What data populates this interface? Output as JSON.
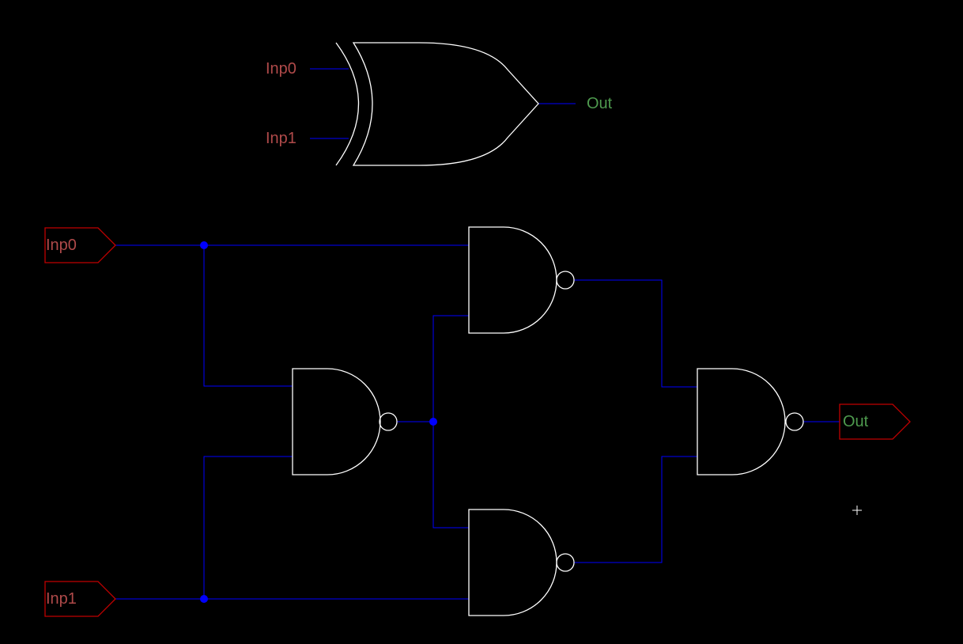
{
  "colors": {
    "background": "#000000",
    "wire": "#0000ff",
    "gate_outline": "#ffffff",
    "input_label": "#b04a4a",
    "output_label": "#4e9a4e",
    "pin_outline": "#c00000",
    "junction": "#0000ff"
  },
  "symbol": {
    "gate_type": "XOR",
    "input_a": "Inp0",
    "input_b": "Inp1",
    "output": "Out"
  },
  "circuit": {
    "input_a": "Inp0",
    "input_b": "Inp1",
    "output": "Out",
    "gates": [
      {
        "id": "G1",
        "type": "NAND",
        "inputs": [
          "Inp0",
          "Inp1"
        ]
      },
      {
        "id": "G2",
        "type": "NAND",
        "inputs": [
          "Inp0",
          "G1"
        ]
      },
      {
        "id": "G3",
        "type": "NAND",
        "inputs": [
          "G1",
          "Inp1"
        ]
      },
      {
        "id": "G4",
        "type": "NAND",
        "inputs": [
          "G2",
          "G3"
        ]
      }
    ]
  },
  "cursor": "crosshair-icon"
}
